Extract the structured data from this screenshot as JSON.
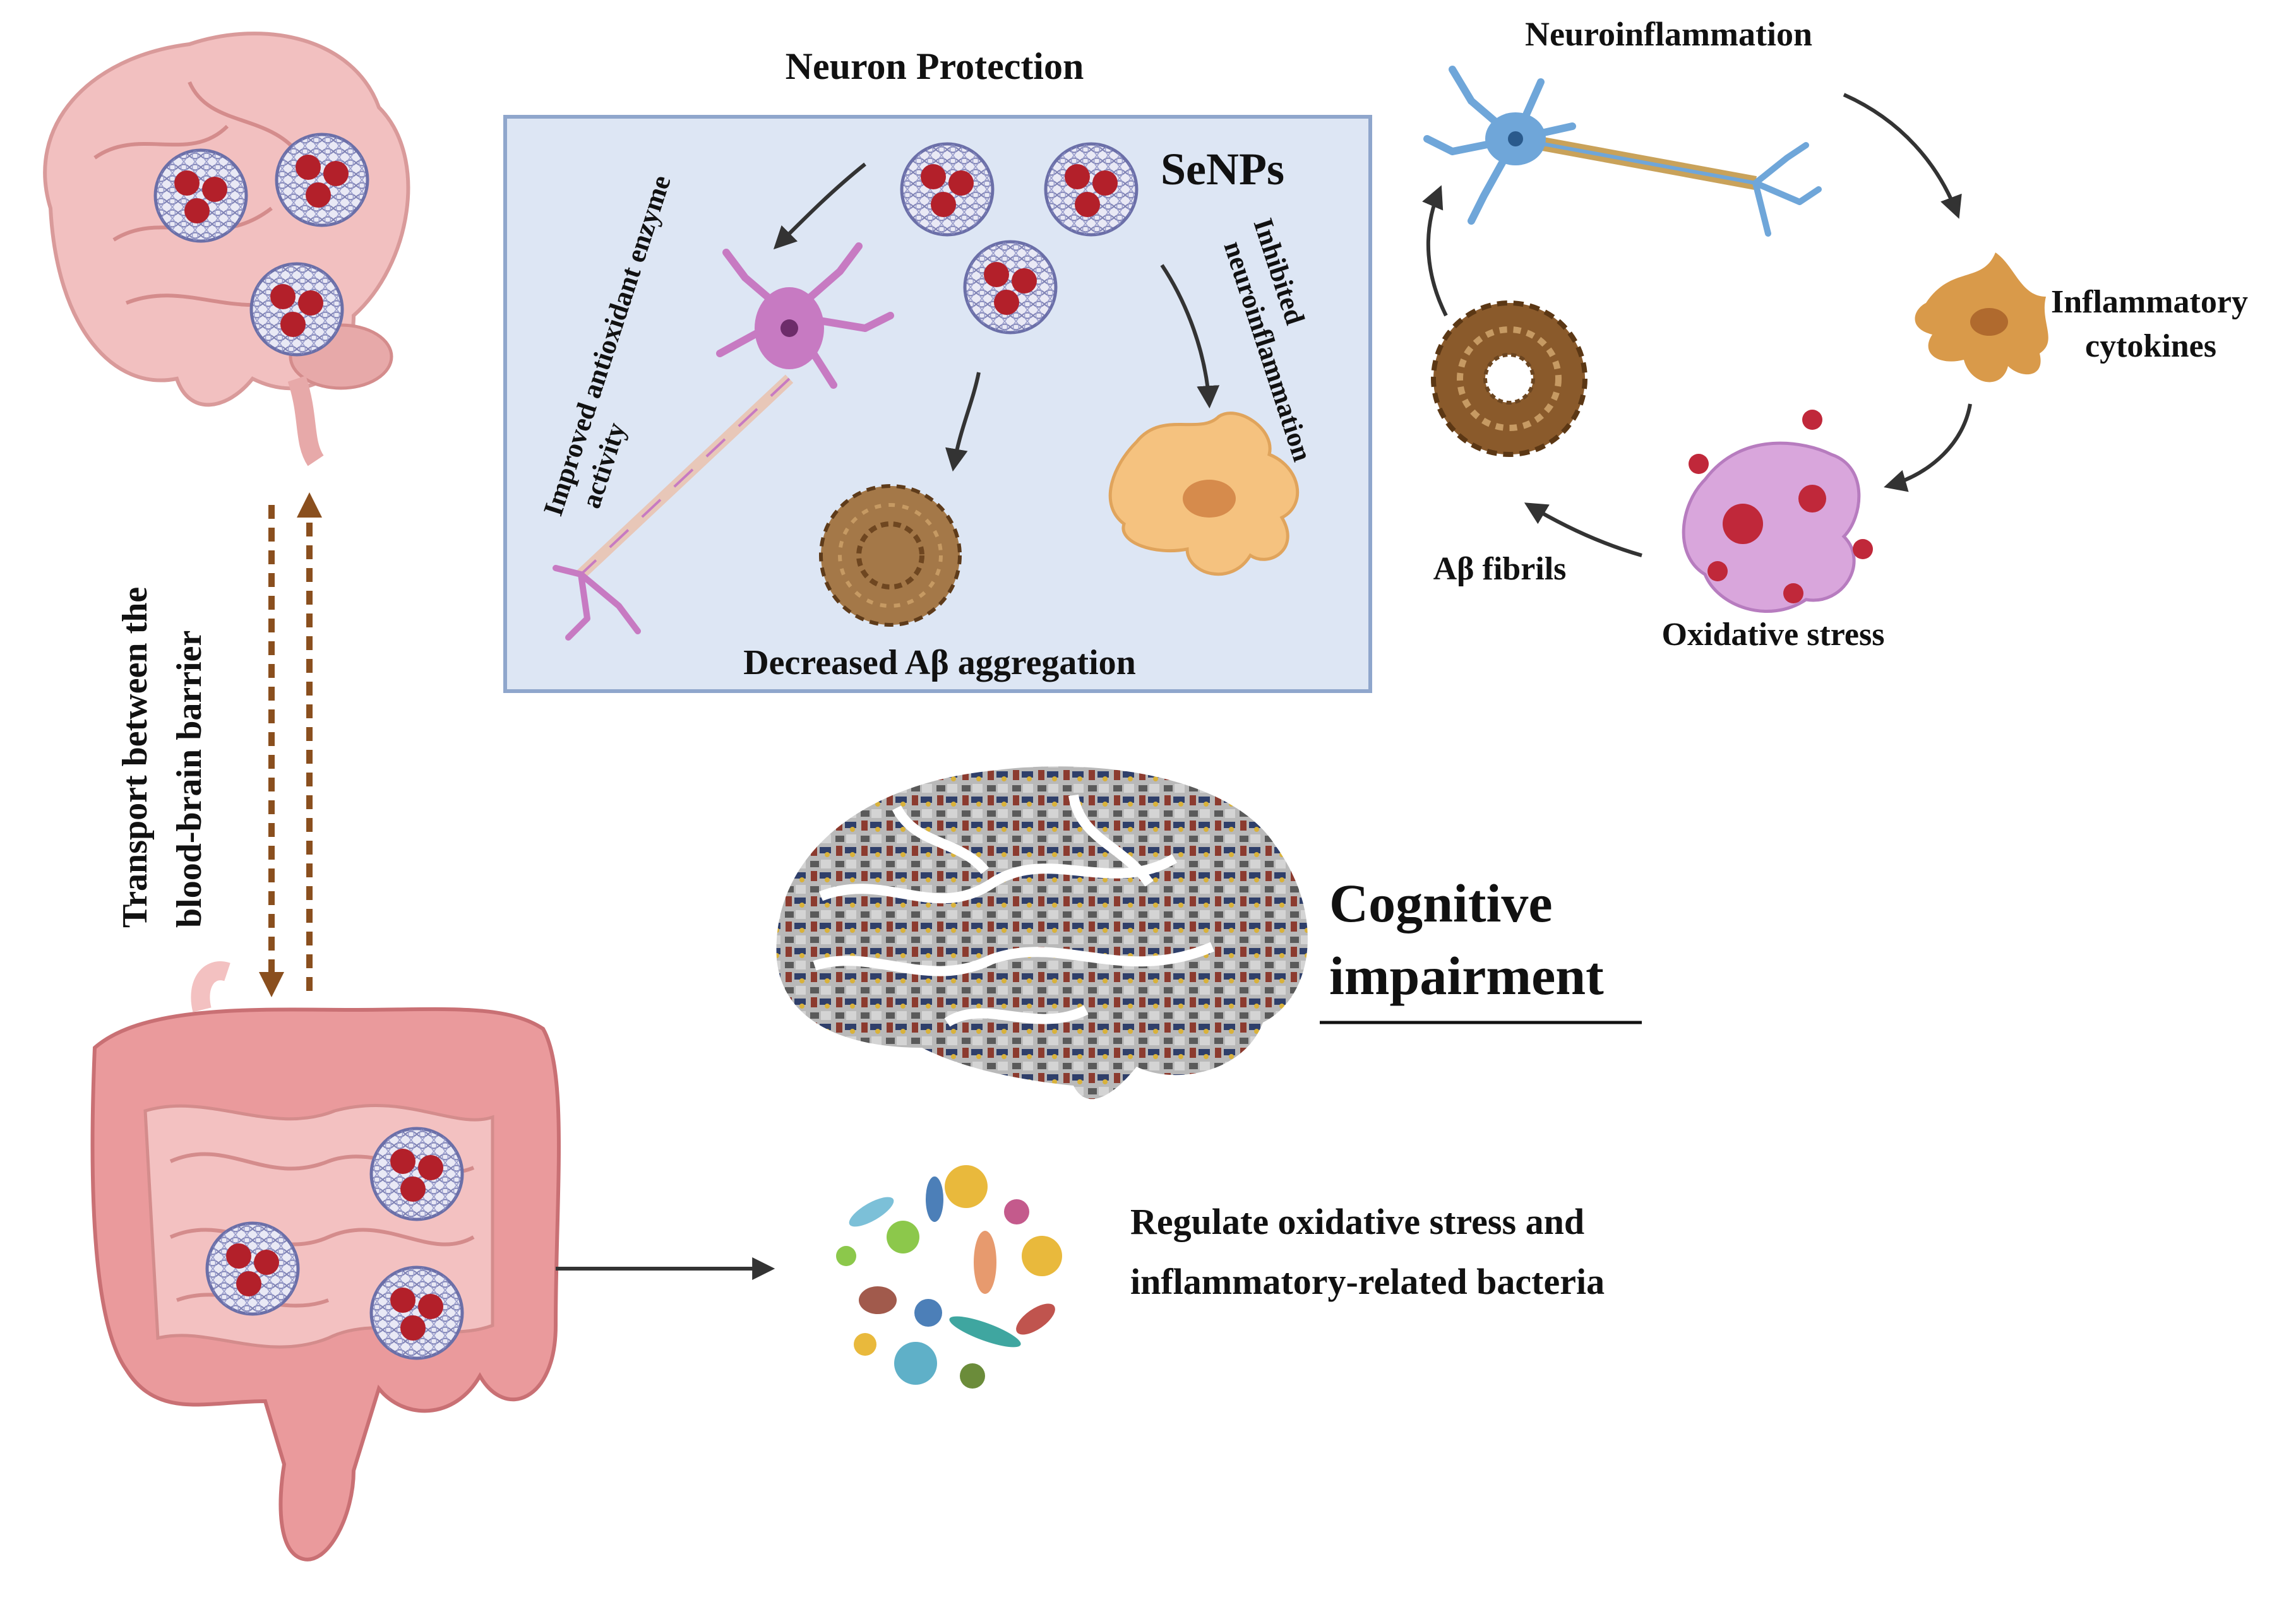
{
  "labels": {
    "transport_line1": "Transport  between  the",
    "transport_line2": "blood-brain barrier",
    "neuron_protection_title": "Neuron  Protection",
    "senps": "SeNPs",
    "antioxidant_line1": "Improved antioxidant enzyme",
    "antioxidant_line2": "activity",
    "inhibited_line1": "Inhibited",
    "inhibited_line2": "neuroinflammation",
    "abeta_aggregation": "Decreased Aβ aggregation",
    "neuroinflammation": "Neuroinflammation",
    "cytokines_line1": "Inflammatory",
    "cytokines_line2": "cytokines",
    "oxidative_stress": "Oxidative stress",
    "abeta_fibrils": "Aβ fibrils",
    "cognitive_line1": "Cognitive",
    "cognitive_line2": "impairment",
    "bacteria_line1": "Regulate oxidative stress  and",
    "bacteria_line2": "inflammatory-related  bacteria"
  },
  "colors": {
    "box_fill": "#dde6f4",
    "box_border": "#8fa6cc",
    "brain_pink": "#f2c0c0",
    "gut_pink": "#ea9a9c",
    "nanoparticle_mesh": "#6b6fa8",
    "nanoparticle_core": "#b3202a",
    "neuron_blue": "#6fa6d9",
    "neuron_purple": "#c77ac2",
    "microglia_orange": "#f5c27f",
    "cytokine_orange": "#d99a4a",
    "stress_purple": "#d9a6dc",
    "fibril_brown": "#8a5a2b",
    "arrow_dark": "#333333",
    "transport_arrow": "#8a4f1e"
  },
  "icons": [
    "brain-icon",
    "intestine-icon",
    "nanoparticle-icon",
    "neuron-icon",
    "microglia-icon",
    "amyloid-fibril-icon",
    "stressed-cell-icon",
    "collage-brain-icon",
    "bacteria-circle-icon"
  ]
}
